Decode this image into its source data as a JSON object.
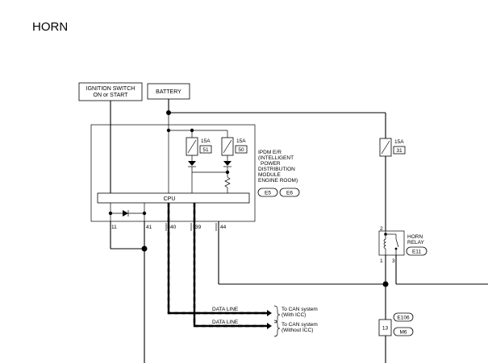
{
  "title": "HORN",
  "ignition": {
    "line1": "IGNITION SWITCH",
    "line2": "ON or START"
  },
  "battery": "BATTERY",
  "ipdm": {
    "lines": [
      "IPDM E/R",
      "(INTELLIGENT",
      "POWER",
      "DISTRIBUTION",
      "MODULE",
      "ENGINE ROOM)"
    ],
    "connectors": [
      "E5",
      "E6"
    ],
    "cpu": "CPU",
    "pins": [
      "11",
      "41",
      "40",
      "39",
      "44"
    ]
  },
  "fuses": [
    {
      "amp": "15A",
      "num": "51"
    },
    {
      "amp": "15A",
      "num": "50"
    },
    {
      "amp": "15A",
      "num": "31"
    }
  ],
  "relay": {
    "line1": "HORN",
    "line2": "RELAY",
    "connector": "E11",
    "pin_top": "2",
    "pin_bl": "1",
    "pin_br": "3"
  },
  "data_lines": [
    {
      "label": "DATA LINE",
      "to1": "To CAN system",
      "to2": "(With ICC)"
    },
    {
      "label": "DATA LINE",
      "to1": "To CAN system",
      "to2": "(Without ICC)"
    }
  ],
  "bottom_connector": {
    "pin": "13",
    "top": "E106",
    "bottom": "M6"
  }
}
